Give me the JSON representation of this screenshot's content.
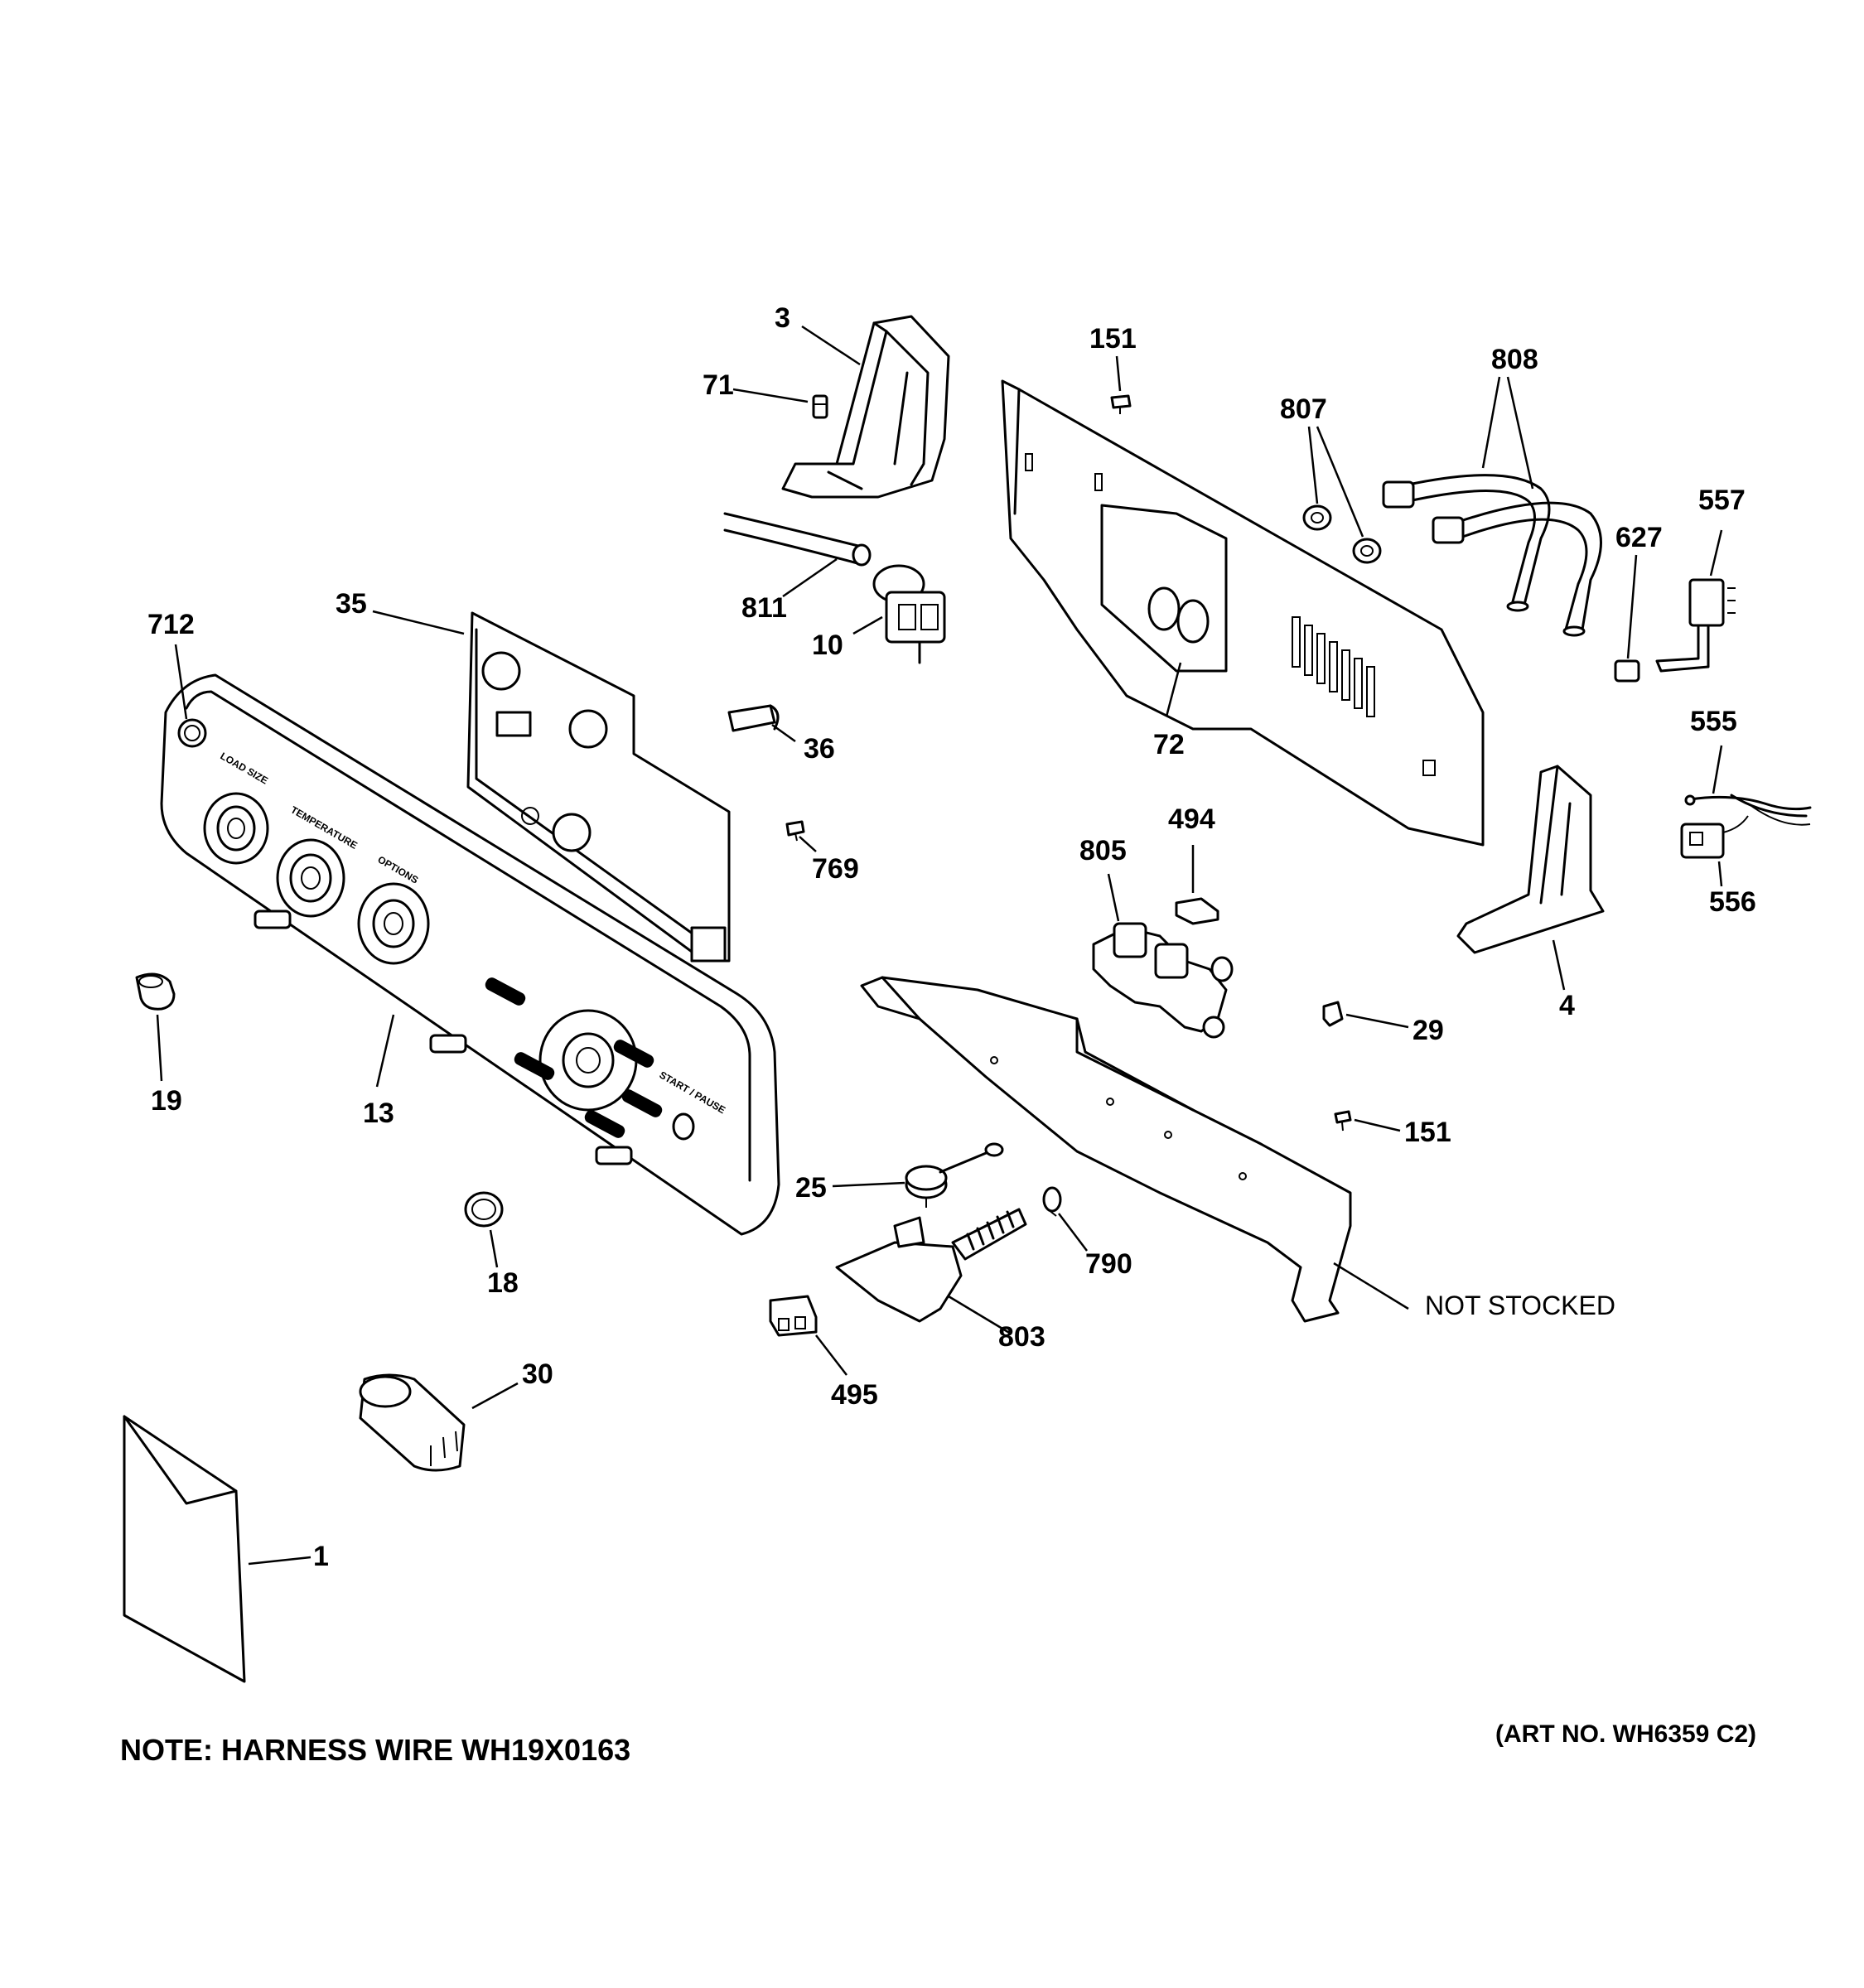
{
  "callouts": {
    "c3": "3",
    "c71": "71",
    "c151a": "151",
    "c808": "808",
    "c807": "807",
    "c557": "557",
    "c627": "627",
    "c811": "811",
    "c10": "10",
    "c35": "35",
    "c712": "712",
    "c36": "36",
    "c72": "72",
    "c555": "555",
    "c769": "769",
    "c494": "494",
    "c805": "805",
    "c556": "556",
    "c4": "4",
    "c29": "29",
    "c19": "19",
    "c13": "13",
    "c151b": "151",
    "c25": "25",
    "c790": "790",
    "c18": "18",
    "c803": "803",
    "c30": "30",
    "c495": "495",
    "c1": "1"
  },
  "not_stocked": "NOT STOCKED",
  "note": "NOTE: HARNESS WIRE WH19X0163",
  "art_no": "(ART NO. WH6359 C2)",
  "panel_labels": {
    "load_size": "LOAD SIZE",
    "temperature": "TEMPERATURE",
    "options": "OPTIONS",
    "start_pause": "START / PAUSE"
  }
}
